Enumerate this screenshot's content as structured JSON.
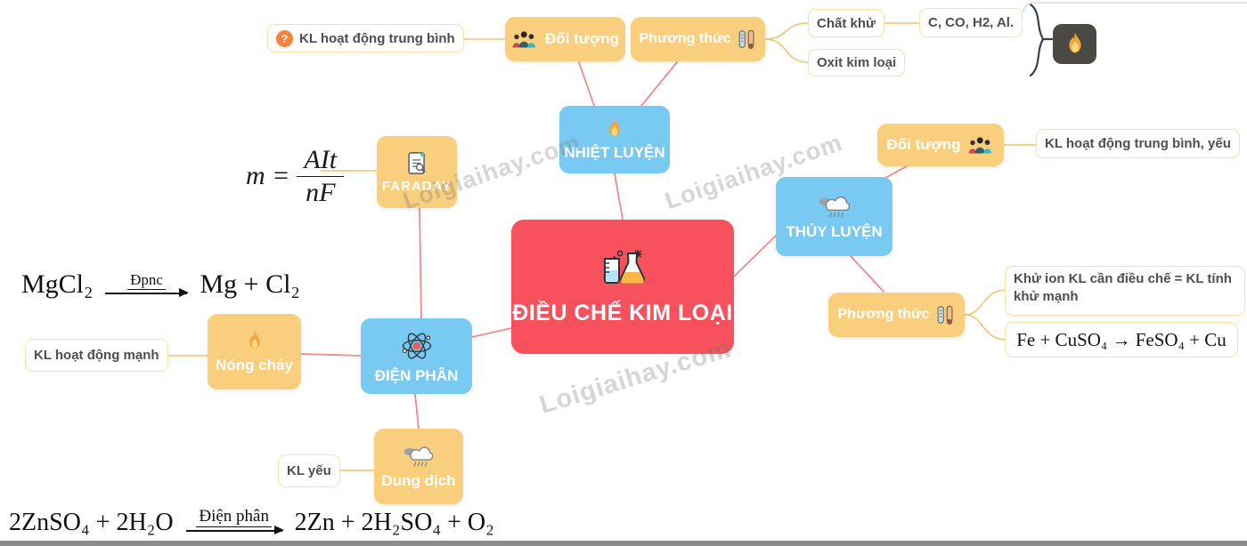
{
  "watermark": "Loigiaihay.com",
  "root": {
    "label": "ĐIỀU CHẾ KIM LOẠI"
  },
  "nhiet_luyen": {
    "label": "NHIỆT LUYỆN",
    "doi_tuong_label": "Đối tượng",
    "doi_tuong_note": "KL hoạt động trung bình",
    "phuong_thuc_label": "Phương thức",
    "chat_khu": "Chất khử",
    "chat_khu_list": "C, CO, H2, Al.",
    "oxit_kim_loai": "Oxit kim loại"
  },
  "thuy_luyen": {
    "label": "THỦY LUYỆN",
    "doi_tuong_label": "Đối tượng",
    "doi_tuong_note": "KL hoạt động trung bình, yếu",
    "phuong_thuc_label": "Phương thức",
    "phuong_thuc_note": "Khử ion KL cần điều chế = KL tính khử mạnh",
    "phuong_thuc_equation": "Fe + CuSO₄ → FeSO₄ + Cu"
  },
  "dien_phan": {
    "label": "ĐIỆN PHÂN",
    "faraday_label": "FARADAY",
    "formula_lhs": "m =",
    "formula_numerator": "AIt",
    "formula_denominator": "nF",
    "nong_chay_label": "Nóng chảy",
    "nong_chay_note": "KL hoạt động mạnh",
    "dung_dich_label": "Dung dịch",
    "dung_dich_note": "KL yếu",
    "eq_nong_chay": {
      "lhs": "MgCl₂",
      "arrow": "Đpnc",
      "rhs": "Mg + Cl₂"
    },
    "eq_dung_dich": {
      "lhs": "2ZnSO₄ + 2H₂O",
      "arrow": "Điện phân",
      "rhs": "2Zn + 2H₂SO₄ + O₂"
    }
  },
  "icons": {
    "question_glyph": "?"
  },
  "colors": {
    "root_red": "#F7515E",
    "branch_blue": "#79CAF2",
    "branch_yellow": "#F9CF7D",
    "connector_pink": "#F0898C",
    "connector_yellow": "#F2C36B",
    "note_border": "#FBDFA6",
    "fire_box_bg": "#4A4A43",
    "bottom_bar": "#8C8C8C"
  }
}
